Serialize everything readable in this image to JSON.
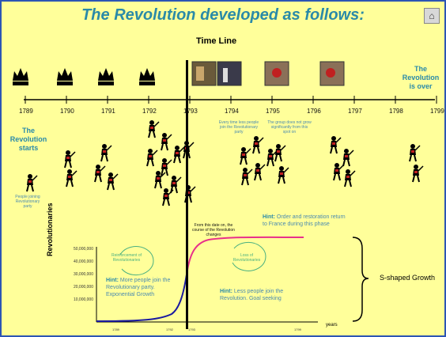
{
  "header": {
    "title": "The Revolution developed as follows:",
    "subtitle": "Time Line",
    "home_icon": "home-icon"
  },
  "timeline": {
    "years": [
      "1789",
      "1790",
      "1791",
      "1792",
      "1793",
      "1794",
      "1795",
      "1796",
      "1797",
      "1798",
      "1799"
    ],
    "start_label": "The Revolution starts",
    "end_label": "The Revolution is over"
  },
  "notes": {
    "people_joining": "People joining Revolutionary party",
    "turnover": "From this date on, the course of the Revolution changes",
    "losing": "Every time less people join the Revolutionary party",
    "weakening": "The group does not grow significantly from this spot on"
  },
  "hints": {
    "h1_label": "Hint:",
    "h1_text": "More people join the Revolutionary party. Exponential Growth",
    "h2_label": "Hint:",
    "h2_text": "Less people join the Revolution. Goal seeking",
    "h3_label": "Hint:",
    "h3_text": "Order and restoration return to France during this phase"
  },
  "loops": {
    "reinforcing": "Reinforcement of Revolutionaries",
    "balancing": "Loss of Revolutionaries"
  },
  "graph": {
    "ylabel": "Revolutionaries",
    "xlabel": "years",
    "yticks": [
      "50,000,000",
      "40,000,000",
      "30,000,000",
      "20,000,000",
      "10,000,000"
    ],
    "xticks": [
      "1789",
      "1792",
      "1793",
      "1799"
    ],
    "brace_label": "S-shaped Growth"
  },
  "colors": {
    "background": "#ffff9a",
    "border": "#2c55b4",
    "title": "#2a8aa8",
    "curve_early": "#1a1aa0",
    "curve_late": "#e8308a"
  }
}
